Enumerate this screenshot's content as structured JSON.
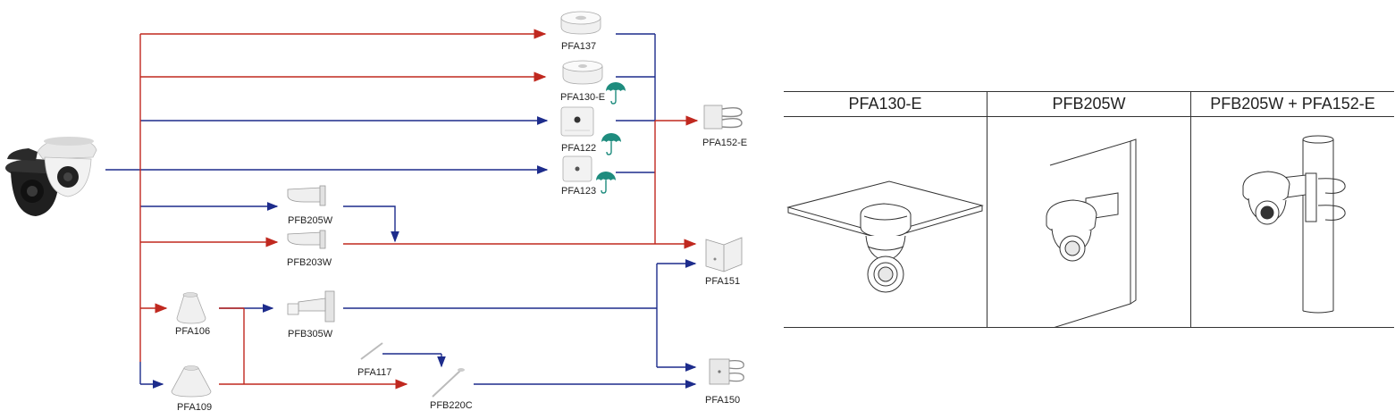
{
  "labels": {
    "pfa137": "PFA137",
    "pfa130e": "PFA130-E",
    "pfa122": "PFA122",
    "pfa123": "PFA123",
    "pfa152e": "PFA152-E",
    "pfb205w": "PFB205W",
    "pfb203w": "PFB203W",
    "pfa151": "PFA151",
    "pfa106": "PFA106",
    "pfb305w": "PFB305W",
    "pfa117": "PFA117",
    "pfb220c": "PFB220C",
    "pfa109": "PFA109",
    "pfa150": "PFA150"
  },
  "table": {
    "columns": [
      "PFA130-E",
      "PFB205W",
      "PFB205W + PFA152-E"
    ]
  },
  "colors": {
    "red": "#c0281f",
    "blue": "#1d2c8c",
    "umbrella": "#1e8c7e"
  },
  "icons": [
    "umbrella-icon"
  ]
}
